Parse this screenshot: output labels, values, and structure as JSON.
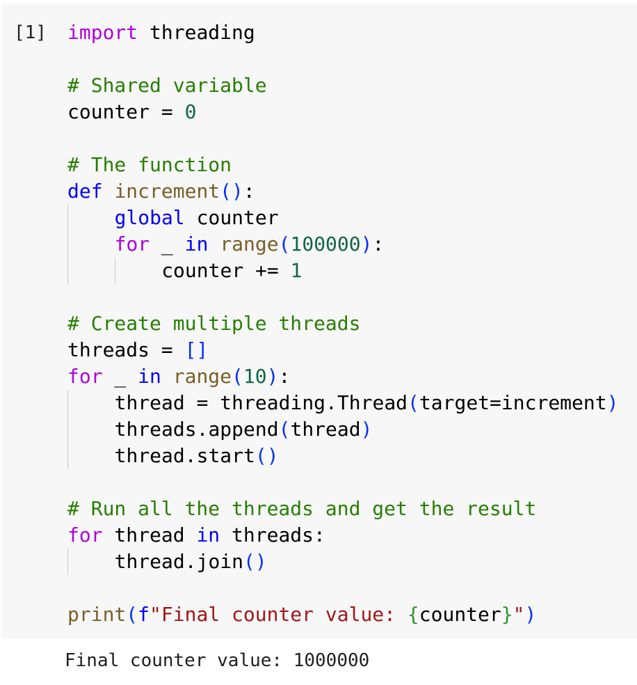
{
  "cell": {
    "execution_count": "[1]",
    "lines": [
      {
        "indent": 0,
        "tokens": [
          [
            "kw",
            "import"
          ],
          [
            "tx",
            " threading"
          ]
        ]
      },
      {
        "indent": 0,
        "tokens": []
      },
      {
        "indent": 0,
        "tokens": [
          [
            "cm",
            "# Shared variable"
          ]
        ]
      },
      {
        "indent": 0,
        "tokens": [
          [
            "tx",
            "counter = "
          ],
          [
            "num",
            "0"
          ]
        ]
      },
      {
        "indent": 0,
        "tokens": []
      },
      {
        "indent": 0,
        "tokens": [
          [
            "cm",
            "# The function"
          ]
        ]
      },
      {
        "indent": 0,
        "tokens": [
          [
            "kb",
            "def"
          ],
          [
            "tx",
            " "
          ],
          [
            "fn",
            "increment"
          ],
          [
            "p1",
            "()"
          ],
          [
            "tx",
            ":"
          ]
        ]
      },
      {
        "indent": 1,
        "tokens": [
          [
            "kb",
            "global"
          ],
          [
            "tx",
            " counter"
          ]
        ]
      },
      {
        "indent": 1,
        "tokens": [
          [
            "kw",
            "for"
          ],
          [
            "tx",
            " _ "
          ],
          [
            "kb",
            "in"
          ],
          [
            "tx",
            " "
          ],
          [
            "fn",
            "range"
          ],
          [
            "p1",
            "("
          ],
          [
            "num",
            "100000"
          ],
          [
            "p1",
            ")"
          ],
          [
            "tx",
            ":"
          ]
        ]
      },
      {
        "indent": 2,
        "tokens": [
          [
            "tx",
            "counter += "
          ],
          [
            "num",
            "1"
          ]
        ]
      },
      {
        "indent": 0,
        "tokens": []
      },
      {
        "indent": 0,
        "tokens": [
          [
            "cm",
            "# Create multiple threads"
          ]
        ]
      },
      {
        "indent": 0,
        "tokens": [
          [
            "tx",
            "threads = "
          ],
          [
            "p1",
            "[]"
          ]
        ]
      },
      {
        "indent": 0,
        "tokens": [
          [
            "kw",
            "for"
          ],
          [
            "tx",
            " _ "
          ],
          [
            "kb",
            "in"
          ],
          [
            "tx",
            " "
          ],
          [
            "fn",
            "range"
          ],
          [
            "p1",
            "("
          ],
          [
            "num",
            "10"
          ],
          [
            "p1",
            ")"
          ],
          [
            "tx",
            ":"
          ]
        ]
      },
      {
        "indent": 1,
        "tokens": [
          [
            "tx",
            "thread = threading.Thread"
          ],
          [
            "p1",
            "("
          ],
          [
            "tx",
            "target=increment"
          ],
          [
            "p1",
            ")"
          ]
        ]
      },
      {
        "indent": 1,
        "tokens": [
          [
            "tx",
            "threads.append"
          ],
          [
            "p1",
            "("
          ],
          [
            "tx",
            "thread"
          ],
          [
            "p1",
            ")"
          ]
        ]
      },
      {
        "indent": 1,
        "tokens": [
          [
            "tx",
            "thread.start"
          ],
          [
            "p1",
            "()"
          ]
        ]
      },
      {
        "indent": 0,
        "tokens": []
      },
      {
        "indent": 0,
        "tokens": [
          [
            "cm",
            "# Run all the threads and get the result"
          ]
        ]
      },
      {
        "indent": 0,
        "tokens": [
          [
            "kw",
            "for"
          ],
          [
            "tx",
            " thread "
          ],
          [
            "kb",
            "in"
          ],
          [
            "tx",
            " threads:"
          ]
        ]
      },
      {
        "indent": 1,
        "tokens": [
          [
            "tx",
            "thread.join"
          ],
          [
            "p1",
            "()"
          ]
        ]
      },
      {
        "indent": 0,
        "tokens": []
      },
      {
        "indent": 0,
        "tokens": [
          [
            "fn",
            "print"
          ],
          [
            "p1",
            "("
          ],
          [
            "kb",
            "f"
          ],
          [
            "str",
            "\"Final counter value: "
          ],
          [
            "p2",
            "{"
          ],
          [
            "tx",
            "counter"
          ],
          [
            "p2",
            "}"
          ],
          [
            "str",
            "\""
          ],
          [
            "p1",
            ")"
          ]
        ]
      }
    ]
  },
  "output": {
    "text": "Final counter value: 1000000"
  }
}
